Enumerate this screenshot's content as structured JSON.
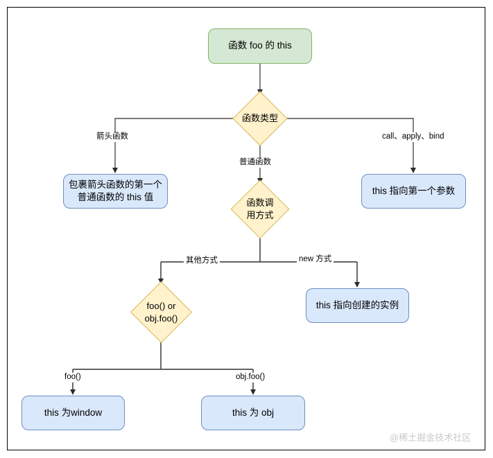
{
  "diagram": {
    "title_watermark": "@稀土掘金技术社区",
    "type": "flowchart",
    "colors": {
      "green_fill": "#d5e8d4",
      "green_stroke": "#82b366",
      "blue_fill": "#dae8fc",
      "blue_stroke": "#6c8ebf",
      "diamond_fill": "#fff2cc",
      "diamond_stroke": "#d6b656",
      "edge_stroke": "#4d4d4d",
      "frame_stroke": "#000000",
      "watermark": "#c9c9c9"
    },
    "nodes": [
      {
        "id": "start",
        "shape": "rounded-rect",
        "style": "green",
        "label": "函数 foo 的 this"
      },
      {
        "id": "fn-type",
        "shape": "diamond",
        "style": "yellow",
        "label_line1": "函数类型",
        "label_line2": ""
      },
      {
        "id": "arrow-result",
        "shape": "rounded-rect",
        "style": "blue",
        "label_line1": "包裹箭头函数的第一个",
        "label_line2": "普通函数的 this 值"
      },
      {
        "id": "bind-result",
        "shape": "rounded-rect",
        "style": "blue",
        "label": "this 指向第一个参数"
      },
      {
        "id": "call-mode",
        "shape": "diamond",
        "style": "yellow",
        "label_line1": "函数调",
        "label_line2": "用方式"
      },
      {
        "id": "new-result",
        "shape": "rounded-rect",
        "style": "blue",
        "label": "this 指向创建的实例"
      },
      {
        "id": "foo-or-obj",
        "shape": "diamond",
        "style": "yellow",
        "label_line1": "foo() or",
        "label_line2": "obj.foo()"
      },
      {
        "id": "window-result",
        "shape": "rounded-rect",
        "style": "blue",
        "label": "this 为window"
      },
      {
        "id": "obj-result",
        "shape": "rounded-rect",
        "style": "blue",
        "label": "this 为 obj"
      }
    ],
    "edge_labels": {
      "arrow_fn": "箭头函数",
      "normal_fn": "普通函数",
      "call_apply_bind": "call、apply、bind",
      "other_way": "其他方式",
      "new_way": "new 方式",
      "foo_call": "foo()",
      "obj_foo_call": "obj.foo()"
    },
    "edges": [
      {
        "from": "start",
        "to": "fn-type",
        "label": ""
      },
      {
        "from": "fn-type",
        "to": "arrow-result",
        "label": "箭头函数"
      },
      {
        "from": "fn-type",
        "to": "call-mode",
        "label": "普通函数"
      },
      {
        "from": "fn-type",
        "to": "bind-result",
        "label": "call、apply、bind"
      },
      {
        "from": "call-mode",
        "to": "foo-or-obj",
        "label": "其他方式"
      },
      {
        "from": "call-mode",
        "to": "new-result",
        "label": "new 方式"
      },
      {
        "from": "foo-or-obj",
        "to": "window-result",
        "label": "foo()"
      },
      {
        "from": "foo-or-obj",
        "to": "obj-result",
        "label": "obj.foo()"
      }
    ]
  }
}
